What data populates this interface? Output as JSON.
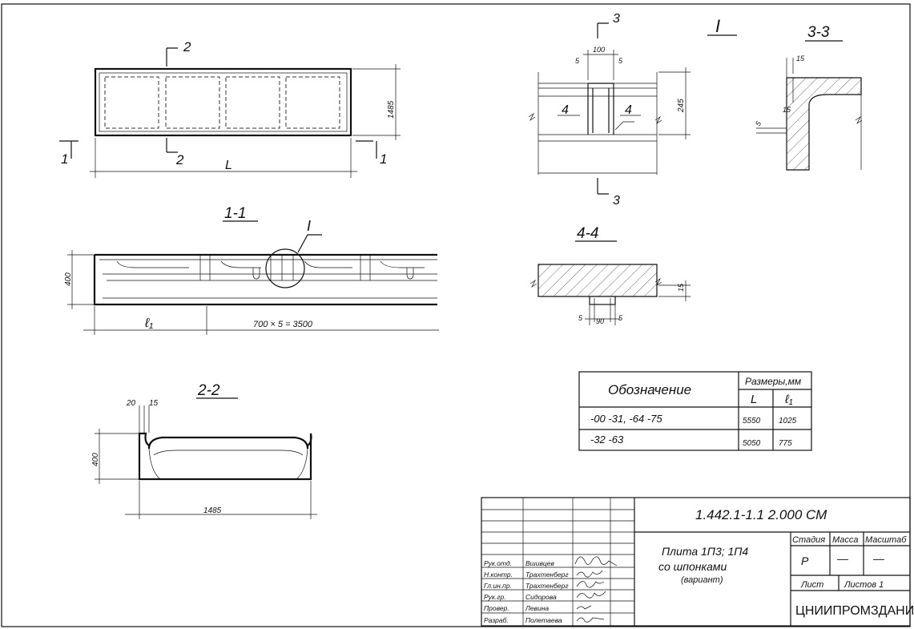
{
  "views": {
    "plan": {
      "label_2": "2",
      "label_1": "1",
      "dim_width": "1485",
      "dim_length": "L"
    },
    "section_1_1": {
      "title": "1-1",
      "detail_mark": "I",
      "dim_height": "400",
      "dim_l1": "ℓ₁",
      "dim_span": "700 × 5 = 3500"
    },
    "section_2_2": {
      "title": "2-2",
      "dim_a": "20",
      "dim_b": "15",
      "dim_height": "400",
      "dim_width": "1485"
    },
    "detail_I": {
      "title": "I",
      "cut_mark": "3",
      "dim_top": "100",
      "dim_left": "5",
      "dim_right": "5",
      "dim_height": "245",
      "label_left": "4",
      "label_right": "4"
    },
    "section_3_3": {
      "title": "3-3",
      "dim_top": "15",
      "dim_mid": "15",
      "dim_side": "5"
    },
    "section_4_4": {
      "title": "4-4",
      "dim_right": "15",
      "dim_bottom_l": "5",
      "dim_bottom_m": "90",
      "dim_bottom_r": "5"
    }
  },
  "dim_table": {
    "header_designation": "Обозначение",
    "header_sizes": "Размеры,мм",
    "col_L": "L",
    "col_l1": "ℓ₁",
    "rows": [
      {
        "designation": "-00   -31, -64   -75",
        "L": "5550",
        "l1": "1025"
      },
      {
        "designation": "-32   -63",
        "L": "5050",
        "l1": "775"
      }
    ]
  },
  "title_block": {
    "doc_code": "1.442.1-1.1 2.000 СМ",
    "product_title_1": "Плита 1П3; 1П4",
    "product_title_2": "со шпонками",
    "product_title_3": "(вариант)",
    "stage_header": "Стадия",
    "mass_header": "Масса",
    "scale_header": "Масштаб",
    "stage_value": "Р",
    "mass_value": "—",
    "scale_value": "—",
    "sheet_label": "Лист",
    "sheets_label": "Листов 1",
    "org": "ЦНИИПРОМЗДАНИЙ",
    "signatures": [
      {
        "role": "Рук.отд.",
        "name": "Вшивцев"
      },
      {
        "role": "Н.контр.",
        "name": "Трахтенберг"
      },
      {
        "role": "Гл.ин.пр.",
        "name": "Трахтенберг"
      },
      {
        "role": "Рук.гр.",
        "name": "Сидорова"
      },
      {
        "role": "Провер.",
        "name": "Левина"
      },
      {
        "role": "Разраб.",
        "name": "Полетаева"
      }
    ]
  }
}
